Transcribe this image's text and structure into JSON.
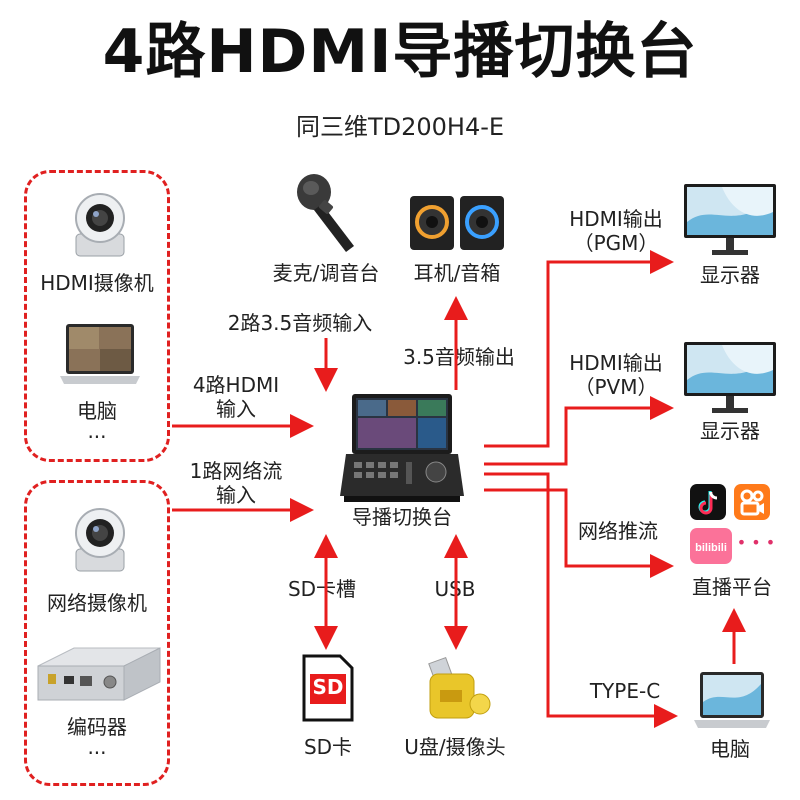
{
  "title": "4路HDMI导播切换台",
  "subtitle": "同三维TD200H4-E",
  "left_top_group": {
    "camera_label": "HDMI摄像机",
    "computer_label": "电脑",
    "more": "..."
  },
  "left_bottom_group": {
    "camera_label": "网络摄像机",
    "encoder_label": "编码器",
    "more": "..."
  },
  "inputs": {
    "hdmi_in": [
      "4路HDMI",
      "输入"
    ],
    "net_in": [
      "1路网络流",
      "输入"
    ]
  },
  "audio": {
    "mic_label": "麦克/调音台",
    "speaker_label": "耳机/音箱",
    "audio_in": "2路3.5音频输入",
    "audio_out": "3.5音频输出"
  },
  "center": {
    "label": "导播切换台"
  },
  "storage": {
    "sd_slot": "SD卡槽",
    "usb": "USB",
    "sd_card_label": "SD卡",
    "sd_card_text": "SD",
    "udisk_label": "U盘/摄像头"
  },
  "outputs": {
    "pgm": [
      "HDMI输出",
      "（PGM）"
    ],
    "pvm": [
      "HDMI输出",
      "（PVM）"
    ],
    "display1": "显示器",
    "display2": "显示器",
    "stream": "网络推流",
    "platform": "直播平台",
    "typec": "TYPE-C",
    "laptop": "电脑",
    "platform_more": "• • •"
  },
  "colors": {
    "accent_red": "#e81c1c",
    "tiktok": "#111111",
    "kuaishou": "#ff7a1a",
    "bilibili": "#fb7299"
  },
  "icons": [
    "camera-icon",
    "laptop-icon",
    "encoder-icon",
    "microphone-icon",
    "speaker-icon",
    "switcher-icon",
    "sd-card-icon",
    "usb-drive-icon",
    "monitor-icon",
    "tiktok-icon",
    "kuaishou-icon",
    "bilibili-icon"
  ]
}
